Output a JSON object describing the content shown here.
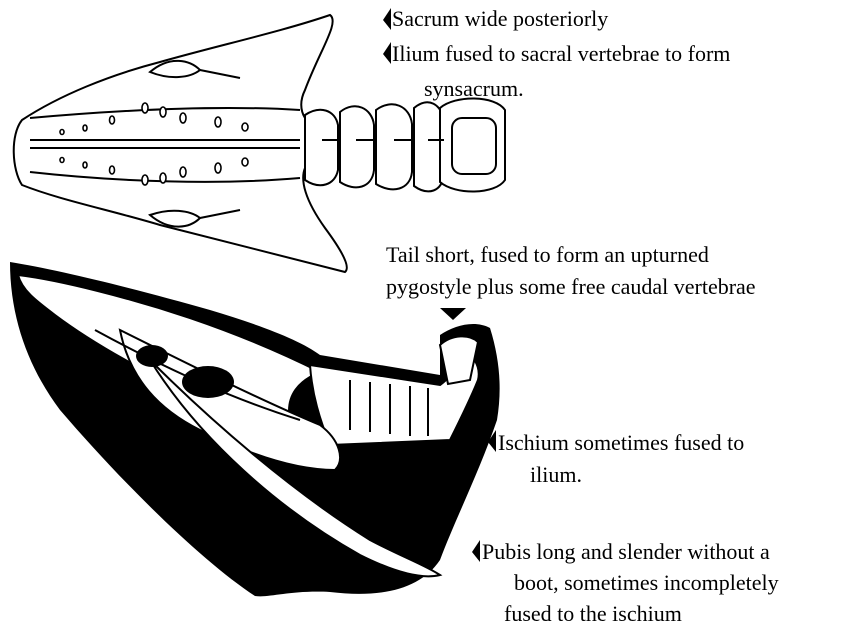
{
  "annotations": {
    "sacrum": {
      "text": "Sacrum wide posteriorly"
    },
    "ilium": {
      "line1": "Ilium fused to sacral vertebrae to form",
      "line2": "synsacrum."
    },
    "tail": {
      "line1": "Tail short, fused to form an upturned",
      "line2": "pygostyle plus some free caudal vertebrae"
    },
    "ischium": {
      "line1": "Ischium sometimes fused to",
      "line2": "ilium."
    },
    "pubis": {
      "line1": "Pubis long and slender without a",
      "line2": "boot, sometimes incompletely",
      "line3": "fused to the ischium"
    }
  },
  "colors": {
    "ink": "#000000",
    "paper": "#ffffff"
  },
  "icons": {
    "pointer": "left-pointing-arrowhead"
  }
}
